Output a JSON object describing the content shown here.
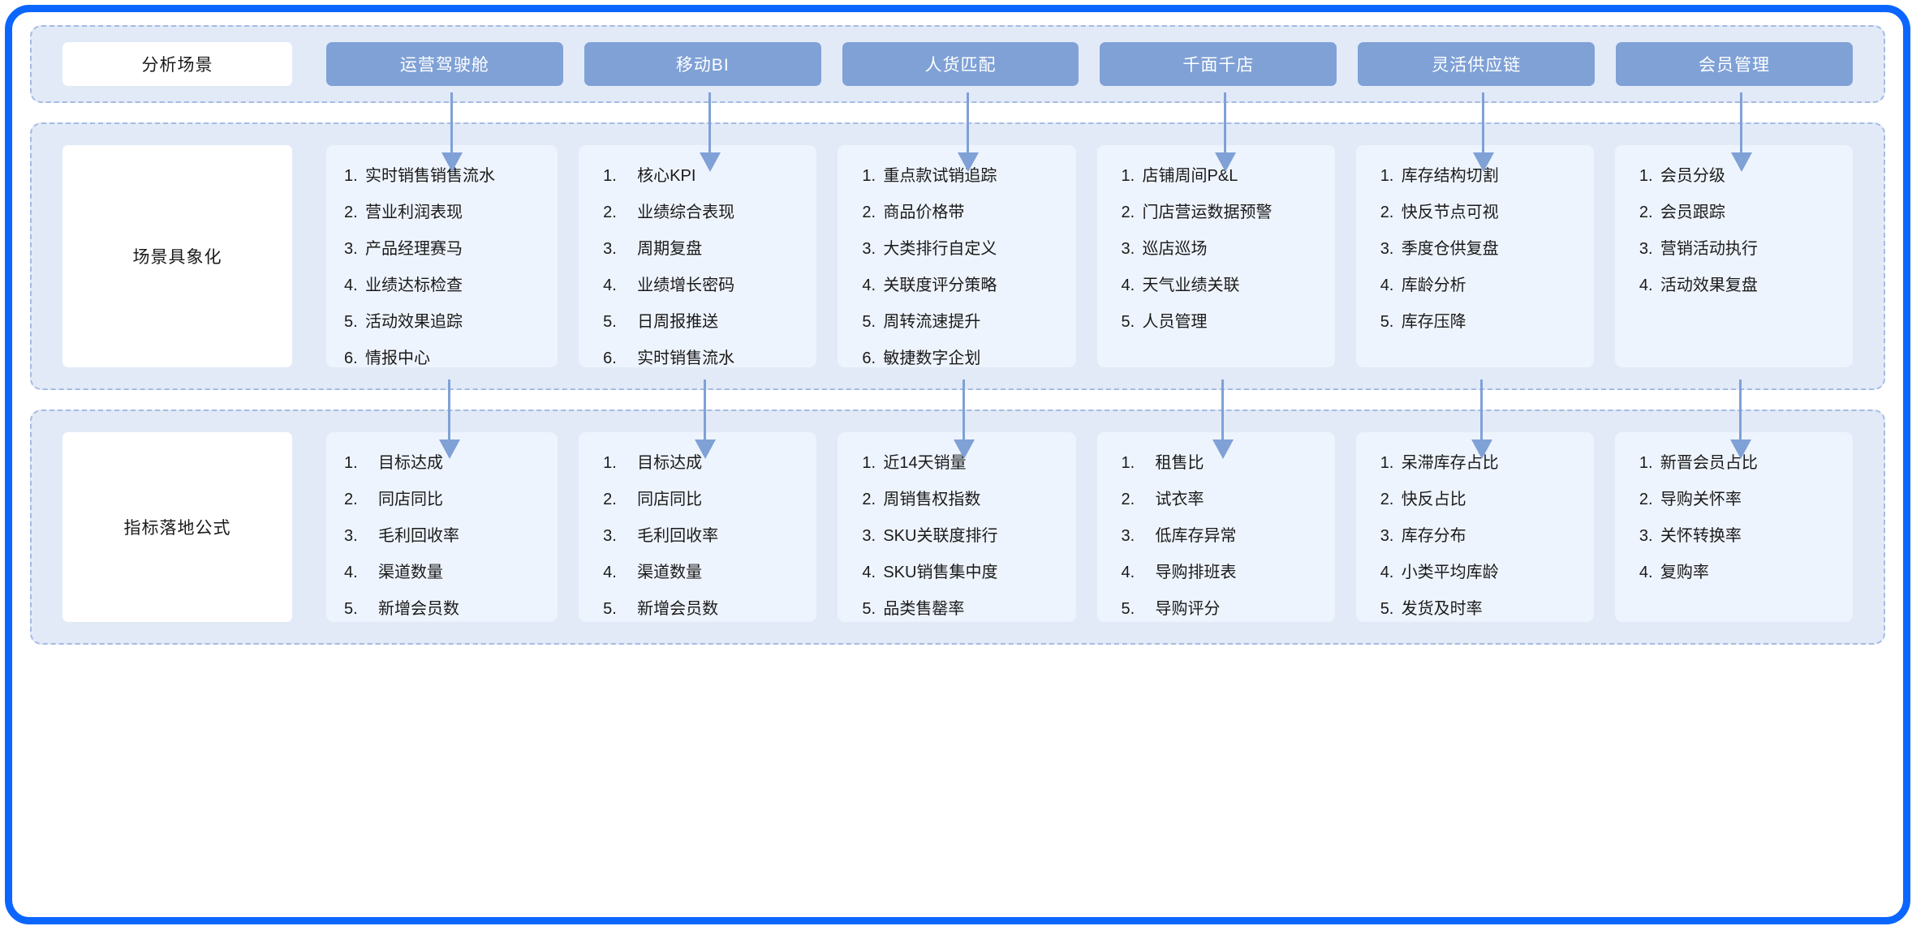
{
  "frame": {
    "accent_color": "#0a66ff",
    "section_bg": "#e2eaf8",
    "section_border": "#a6bbe2",
    "card_bg": "#eef4fd",
    "tab_color": "#7fa1d6",
    "arrow_color": "#7fa1d6"
  },
  "rows": [
    {
      "id": "scenarios",
      "label": "分析场景",
      "tabs": [
        {
          "label": "运营驾驶舱"
        },
        {
          "label": "移动BI"
        },
        {
          "label": "人货匹配"
        },
        {
          "label": "千面千店"
        },
        {
          "label": "灵活供应链"
        },
        {
          "label": "会员管理"
        }
      ]
    },
    {
      "id": "concrete",
      "label": "场景具象化",
      "cards": [
        {
          "indent": 0,
          "wide_numbers": false,
          "items": [
            {
              "num": "1.",
              "text": "实时销售销售流水"
            },
            {
              "num": "2.",
              "text": "营业利润表现"
            },
            {
              "num": "3.",
              "text": "产品经理赛马"
            },
            {
              "num": "4.",
              "text": "业绩达标检查"
            },
            {
              "num": "5.",
              "text": "活动效果追踪"
            },
            {
              "num": "6.",
              "text": "情报中心"
            }
          ]
        },
        {
          "indent": 1,
          "wide_numbers": true,
          "items": [
            {
              "num": "1.",
              "text": "核心KPI"
            },
            {
              "num": "2.",
              "text": "业绩综合表现"
            },
            {
              "num": "3.",
              "text": "周期复盘"
            },
            {
              "num": "4.",
              "text": "业绩增长密码"
            },
            {
              "num": "5.",
              "text": "日周报推送"
            },
            {
              "num": "6.",
              "text": "实时销售流水"
            }
          ]
        },
        {
          "indent": 1,
          "wide_numbers": false,
          "items": [
            {
              "num": "1.",
              "text": "重点款试销追踪"
            },
            {
              "num": "2.",
              "text": "商品价格带"
            },
            {
              "num": "3.",
              "text": "大类排行自定义"
            },
            {
              "num": "4.",
              "text": "关联度评分策略"
            },
            {
              "num": "5.",
              "text": "周转流速提升"
            },
            {
              "num": "6.",
              "text": "敏捷数字企划"
            }
          ]
        },
        {
          "indent": 1,
          "wide_numbers": false,
          "items": [
            {
              "num": "1.",
              "text": "店铺周间P&L"
            },
            {
              "num": "2.",
              "text": "门店营运数据预警"
            },
            {
              "num": "3.",
              "text": "巡店巡场"
            },
            {
              "num": "4.",
              "text": "天气业绩关联"
            },
            {
              "num": "5.",
              "text": "人员管理"
            }
          ]
        },
        {
          "indent": 1,
          "wide_numbers": false,
          "items": [
            {
              "num": "1.",
              "text": "库存结构切割"
            },
            {
              "num": "2.",
              "text": "快反节点可视"
            },
            {
              "num": "3.",
              "text": "季度仓供复盘"
            },
            {
              "num": "4.",
              "text": "库龄分析"
            },
            {
              "num": "5.",
              "text": "库存压降"
            }
          ]
        },
        {
          "indent": 1,
          "wide_numbers": false,
          "items": [
            {
              "num": "1.",
              "text": "会员分级"
            },
            {
              "num": "2.",
              "text": "会员跟踪"
            },
            {
              "num": "3.",
              "text": "营销活动执行"
            },
            {
              "num": "4.",
              "text": "活动效果复盘"
            }
          ]
        }
      ]
    },
    {
      "id": "formula",
      "label": "指标落地公式",
      "cards": [
        {
          "indent": 0,
          "wide_numbers": true,
          "items": [
            {
              "num": "1.",
              "text": "目标达成"
            },
            {
              "num": "2.",
              "text": "同店同比"
            },
            {
              "num": "3.",
              "text": "毛利回收率"
            },
            {
              "num": "4.",
              "text": "渠道数量"
            },
            {
              "num": "5.",
              "text": "新增会员数"
            }
          ]
        },
        {
          "indent": 1,
          "wide_numbers": true,
          "items": [
            {
              "num": "1.",
              "text": "目标达成"
            },
            {
              "num": "2.",
              "text": "同店同比"
            },
            {
              "num": "3.",
              "text": "毛利回收率"
            },
            {
              "num": "4.",
              "text": "渠道数量"
            },
            {
              "num": "5.",
              "text": "新增会员数"
            }
          ]
        },
        {
          "indent": 1,
          "wide_numbers": false,
          "items": [
            {
              "num": "1.",
              "text": "近14天销量"
            },
            {
              "num": "2.",
              "text": "周销售权指数"
            },
            {
              "num": "3.",
              "text": "SKU关联度排行"
            },
            {
              "num": "4.",
              "text": "SKU销售集中度"
            },
            {
              "num": "5.",
              "text": "品类售罄率"
            }
          ]
        },
        {
          "indent": 1,
          "wide_numbers": true,
          "items": [
            {
              "num": "1.",
              "text": "租售比"
            },
            {
              "num": "2.",
              "text": "试衣率"
            },
            {
              "num": "3.",
              "text": "低库存异常"
            },
            {
              "num": "4.",
              "text": "导购排班表"
            },
            {
              "num": "5.",
              "text": "导购评分"
            }
          ]
        },
        {
          "indent": 1,
          "wide_numbers": false,
          "items": [
            {
              "num": "1.",
              "text": "呆滞库存占比"
            },
            {
              "num": "2.",
              "text": "快反占比"
            },
            {
              "num": "3.",
              "text": "库存分布"
            },
            {
              "num": "4.",
              "text": "小类平均库龄"
            },
            {
              "num": "5.",
              "text": "发货及时率"
            }
          ]
        },
        {
          "indent": 1,
          "wide_numbers": false,
          "items": [
            {
              "num": "1.",
              "text": "新晋会员占比"
            },
            {
              "num": "2.",
              "text": "导购关怀率"
            },
            {
              "num": "3.",
              "text": "关怀转换率"
            },
            {
              "num": "4.",
              "text": "复购率"
            }
          ]
        }
      ]
    }
  ],
  "connectors": {
    "count_per_band": 6,
    "description": "down-arrow"
  }
}
